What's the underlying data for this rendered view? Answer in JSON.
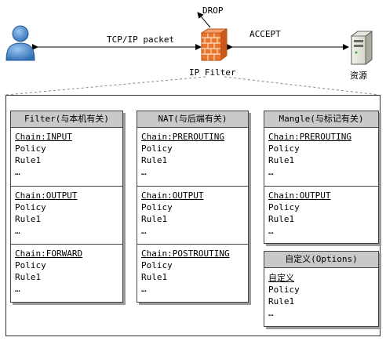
{
  "top": {
    "drop_label": "DROP",
    "tcp_label": "TCP/IP packet",
    "accept_label": "ACCEPT",
    "firewall_label": "IP Filter",
    "server_label": "资源"
  },
  "panels": [
    {
      "title": "Filter(与本机有关)",
      "chains": [
        {
          "name": "Chain:INPUT",
          "lines": [
            "Policy",
            "Rule1",
            "…"
          ]
        },
        {
          "name": "Chain:OUTPUT",
          "lines": [
            "Policy",
            "Rule1",
            "…"
          ]
        },
        {
          "name": "Chain:FORWARD",
          "lines": [
            "Policy",
            "Rule1",
            "…"
          ]
        }
      ]
    },
    {
      "title": "NAT(与后端有关)",
      "chains": [
        {
          "name": "Chain:PREROUTING",
          "lines": [
            "Policy",
            "Rule1",
            "…"
          ]
        },
        {
          "name": "Chain:OUTPUT",
          "lines": [
            "Policy",
            "Rule1",
            "…"
          ]
        },
        {
          "name": "Chain:POSTROUTING",
          "lines": [
            "Policy",
            "Rule1",
            "…"
          ]
        }
      ]
    },
    {
      "title": "Mangle(与标记有关)",
      "chains": [
        {
          "name": "Chain:PREROUTING",
          "lines": [
            "Policy",
            "Rule1",
            "…"
          ]
        },
        {
          "name": "Chain:OUTPUT",
          "lines": [
            "Policy",
            "Rule1",
            "…"
          ]
        }
      ]
    },
    {
      "title": "自定义(Options)",
      "chains": [
        {
          "name": "自定义",
          "lines": [
            "Policy",
            "Rule1",
            "…"
          ]
        }
      ]
    }
  ]
}
